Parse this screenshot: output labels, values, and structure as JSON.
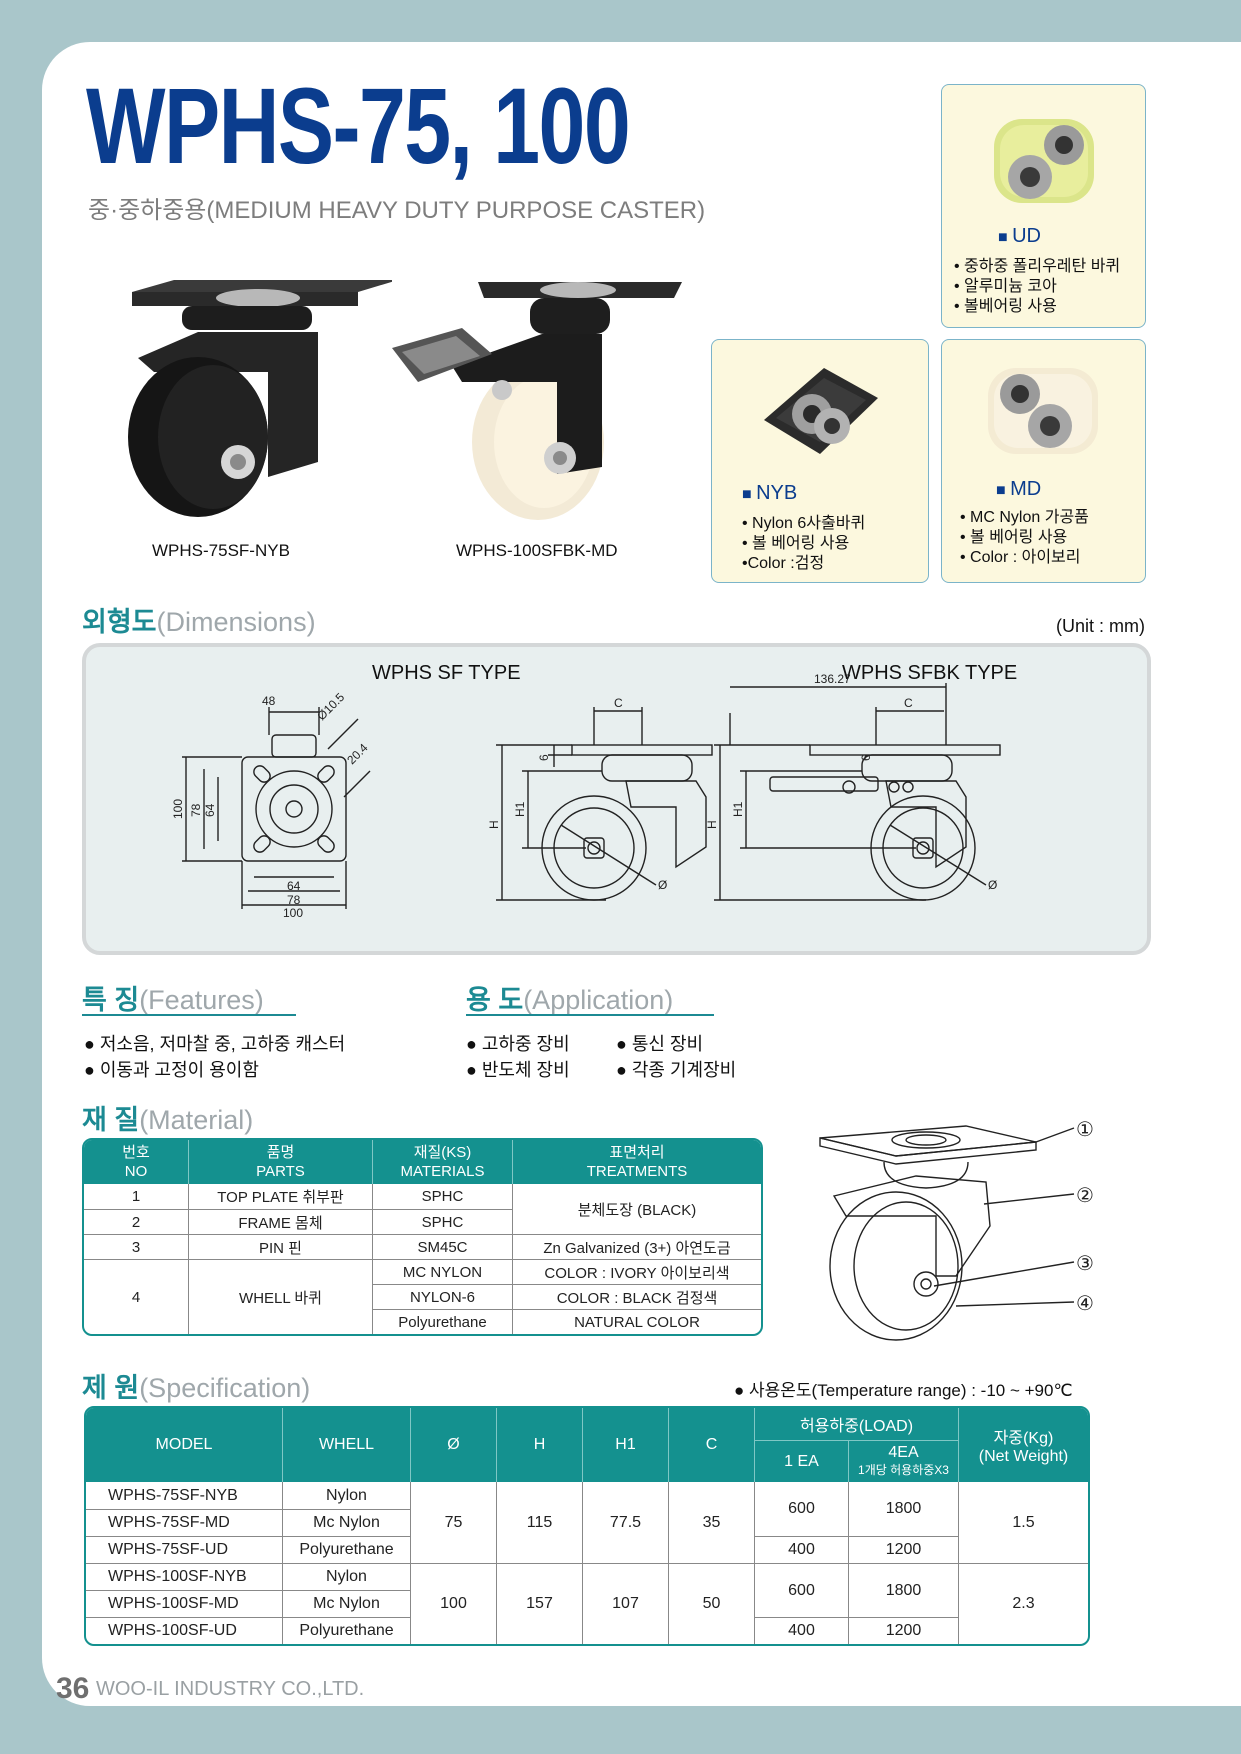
{
  "header": {
    "title": "WPHS-75, 100",
    "subtitle": "중·중하중용(MEDIUM HEAVY DUTY PURPOSE CASTER)"
  },
  "products": [
    {
      "caption": "WPHS-75SF-NYB"
    },
    {
      "caption": "WPHS-100SFBK-MD"
    }
  ],
  "materials_options": {
    "ud": {
      "name": "UD",
      "lines": [
        "• 중하중 폴리우레탄 바퀴",
        "• 알루미늄 코아",
        "• 볼베어링 사용"
      ]
    },
    "nyb": {
      "name": "NYB",
      "lines": [
        "• Nylon 6사출바퀴",
        "• 볼 베어링 사용",
        " •Color :검정"
      ]
    },
    "md": {
      "name": "MD",
      "lines": [
        "• MC Nylon 가공품",
        "• 볼 베어링 사용",
        "• Color : 아이보리"
      ]
    }
  },
  "dimensions": {
    "heading": "외형도",
    "heading_en": "(Dimensions)",
    "unit": "(Unit : mm)",
    "sf_type": "WPHS SF TYPE",
    "sfbk_type": "WPHS SFBK TYPE",
    "labels": {
      "w48": "48",
      "d105": "Ø10.5",
      "d204": "20.4",
      "v100": "100",
      "v78": "78",
      "v64": "64",
      "h64": "64",
      "h78": "78",
      "h100": "100",
      "c": "C",
      "h": "H",
      "h1": "H1",
      "six": "6",
      "phi": "Ø",
      "w13627": "136.27"
    }
  },
  "features": {
    "heading": "특 징",
    "heading_en": "(Features)",
    "items": [
      "● 저소음, 저마찰 중, 고하중 캐스터",
      "● 이동과 고정이 용이함"
    ]
  },
  "application": {
    "heading": "용 도",
    "heading_en": "(Application)",
    "items": [
      "● 고하중 장비",
      "● 통신 장비",
      "● 반도체 장비",
      "● 각종 기계장비"
    ]
  },
  "material": {
    "heading": "재 질",
    "heading_en": "(Material)",
    "headers": {
      "no": [
        "번호",
        "NO"
      ],
      "parts": [
        "품명",
        "PARTS"
      ],
      "materials": [
        "재질(KS)",
        "MATERIALS"
      ],
      "treatments": [
        "표면처리",
        "TREATMENTS"
      ]
    },
    "rows": {
      "r1": {
        "no": "1",
        "part": "TOP PLATE 취부판",
        "mat": "SPHC"
      },
      "r2": {
        "no": "2",
        "part": "FRAME 몸체",
        "mat": "SPHC"
      },
      "t12": "분체도장 (BLACK)",
      "r3": {
        "no": "3",
        "part": "PIN 핀",
        "mat": "SM45C",
        "treat": "Zn Galvanized (3+) 아연도금"
      },
      "r4": {
        "no": "4",
        "part": "WHELL 바퀴"
      },
      "r4a": {
        "mat": "MC NYLON",
        "treat": "COLOR : IVORY 아이보리색"
      },
      "r4b": {
        "mat": "NYLON-6",
        "treat": "COLOR : BLACK 검정색"
      },
      "r4c": {
        "mat": "Polyurethane",
        "treat": "NATURAL COLOR"
      }
    },
    "callouts": [
      "①",
      "②",
      "③",
      "④"
    ]
  },
  "spec": {
    "heading": "제 원",
    "heading_en": "(Specification)",
    "temperature": "● 사용온도(Temperature range) : -10 ~ +90℃",
    "headers": {
      "model": "MODEL",
      "whell": "WHELL",
      "phi": "Ø",
      "h": "H",
      "h1": "H1",
      "c": "C",
      "load": "허용하중(LOAD)",
      "ea1": "1 EA",
      "ea4": "4EA",
      "ea4_sub": "1개당 허용하중X3",
      "weight": "자중(Kg)",
      "weight_en": "(Net Weight)"
    },
    "rows": [
      {
        "model": "WPHS-75SF-NYB",
        "whell": "Nylon"
      },
      {
        "model": "WPHS-75SF-MD",
        "whell": "Mc Nylon"
      },
      {
        "model": "WPHS-75SF-UD",
        "whell": "Polyurethane"
      },
      {
        "model": "WPHS-100SF-NYB",
        "whell": "Nylon"
      },
      {
        "model": "WPHS-100SF-MD",
        "whell": "Mc Nylon"
      },
      {
        "model": "WPHS-100SF-UD",
        "whell": "Polyurethane"
      }
    ],
    "g75": {
      "phi": "75",
      "h": "115",
      "h1": "77.5",
      "c": "35",
      "l1a": "600",
      "l4a": "1800",
      "l1b": "400",
      "l4b": "1200",
      "w": "1.5"
    },
    "g100": {
      "phi": "100",
      "h": "157",
      "h1": "107",
      "c": "50",
      "l1a": "600",
      "l4a": "1800",
      "l1b": "400",
      "l4b": "1200",
      "w": "2.3"
    }
  },
  "footer": {
    "page": "36",
    "company": "WOO-IL INDUSTRY CO.,LTD."
  }
}
